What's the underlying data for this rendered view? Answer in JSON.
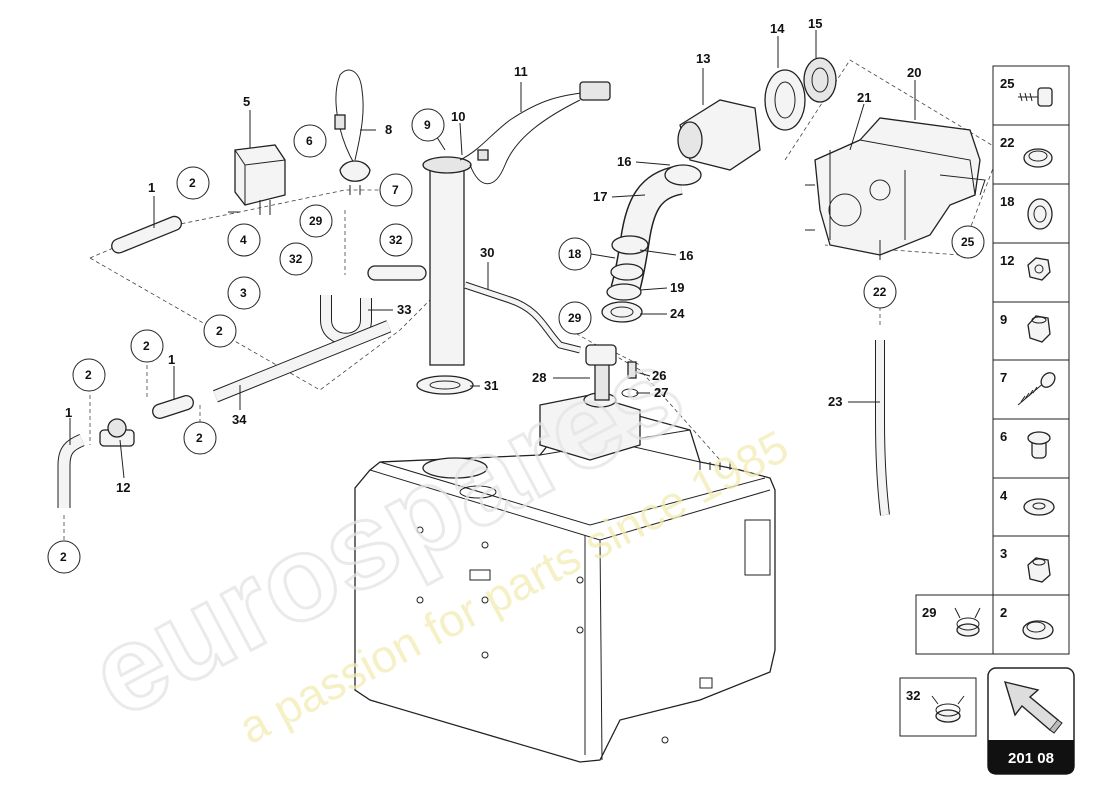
{
  "diagram": {
    "callouts": [
      {
        "id": "c1a",
        "text": "1",
        "circled": false
      },
      {
        "id": "c2a",
        "text": "2",
        "circled": true
      },
      {
        "id": "c5",
        "text": "5",
        "circled": false
      },
      {
        "id": "c6",
        "text": "6",
        "circled": true
      },
      {
        "id": "c8",
        "text": "8",
        "circled": false
      },
      {
        "id": "c7",
        "text": "7",
        "circled": true
      },
      {
        "id": "c9",
        "text": "9",
        "circled": true
      },
      {
        "id": "c10",
        "text": "10",
        "circled": false
      },
      {
        "id": "c11",
        "text": "11",
        "circled": false
      },
      {
        "id": "c13",
        "text": "13",
        "circled": false
      },
      {
        "id": "c14",
        "text": "14",
        "circled": false
      },
      {
        "id": "c15",
        "text": "15",
        "circled": false
      },
      {
        "id": "c20",
        "text": "20",
        "circled": false
      },
      {
        "id": "c21",
        "text": "21",
        "circled": false
      },
      {
        "id": "c16a",
        "text": "16",
        "circled": false
      },
      {
        "id": "c17",
        "text": "17",
        "circled": false
      },
      {
        "id": "c16b",
        "text": "16",
        "circled": false
      },
      {
        "id": "c18",
        "text": "18",
        "circled": true
      },
      {
        "id": "c19",
        "text": "19",
        "circled": false
      },
      {
        "id": "c24",
        "text": "24",
        "circled": false
      },
      {
        "id": "c29a",
        "text": "29",
        "circled": true
      },
      {
        "id": "c29b",
        "text": "29",
        "circled": true
      },
      {
        "id": "c4",
        "text": "4",
        "circled": true
      },
      {
        "id": "c32a",
        "text": "32",
        "circled": true
      },
      {
        "id": "c32b",
        "text": "32",
        "circled": true
      },
      {
        "id": "c3",
        "text": "3",
        "circled": true
      },
      {
        "id": "c30",
        "text": "30",
        "circled": false
      },
      {
        "id": "c33",
        "text": "33",
        "circled": false
      },
      {
        "id": "c2b",
        "text": "2",
        "circled": true
      },
      {
        "id": "c2c",
        "text": "2",
        "circled": true
      },
      {
        "id": "c1b",
        "text": "1",
        "circled": false
      },
      {
        "id": "c2d",
        "text": "2",
        "circled": true
      },
      {
        "id": "c1c",
        "text": "1",
        "circled": false
      },
      {
        "id": "c12",
        "text": "12",
        "circled": false
      },
      {
        "id": "c34",
        "text": "34",
        "circled": false
      },
      {
        "id": "c2e",
        "text": "2",
        "circled": true
      },
      {
        "id": "c2f",
        "text": "2",
        "circled": true
      },
      {
        "id": "c31",
        "text": "31",
        "circled": false
      },
      {
        "id": "c28",
        "text": "28",
        "circled": false
      },
      {
        "id": "c26",
        "text": "26",
        "circled": false
      },
      {
        "id": "c27",
        "text": "27",
        "circled": false
      },
      {
        "id": "c22",
        "text": "22",
        "circled": true
      },
      {
        "id": "c23",
        "text": "23",
        "circled": false
      },
      {
        "id": "c25",
        "text": "25",
        "circled": true
      }
    ]
  },
  "legend": {
    "items": [
      "25",
      "22",
      "18",
      "12",
      "9",
      "7",
      "6",
      "4",
      "3",
      "2"
    ],
    "bottom_pair": [
      "29",
      "2"
    ],
    "bottom_single": "32",
    "page_ref": "201 08"
  },
  "watermark": {
    "brand": "eurospares",
    "tagline": "a passion for parts since 1985"
  },
  "colors": {
    "line": "#222222",
    "watermark_brand": "#e4e4e4",
    "watermark_tagline": "#f2ecb4",
    "page_ref_bg": "#111111"
  }
}
